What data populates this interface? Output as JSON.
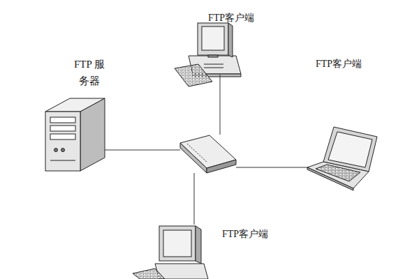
{
  "diagram": {
    "nodes": [
      {
        "text": [
          "FTP客户端"
        ]
      },
      {
        "text": [
          "FTP 服务器"
        ]
      },
      {
        "text": [
          "FTP客户端"
        ]
      },
      {
        "text": []
      },
      {
        "text": [
          "FTP客户端"
        ]
      }
    ],
    "edges": [
      {
        "from": 1,
        "to": 3,
        "arrow": "none"
      },
      {
        "from": 0,
        "to": 3,
        "arrow": "none"
      },
      {
        "from": 2,
        "to": 3,
        "arrow": "none"
      },
      {
        "from": 4,
        "to": 3,
        "arrow": "none"
      }
    ]
  }
}
